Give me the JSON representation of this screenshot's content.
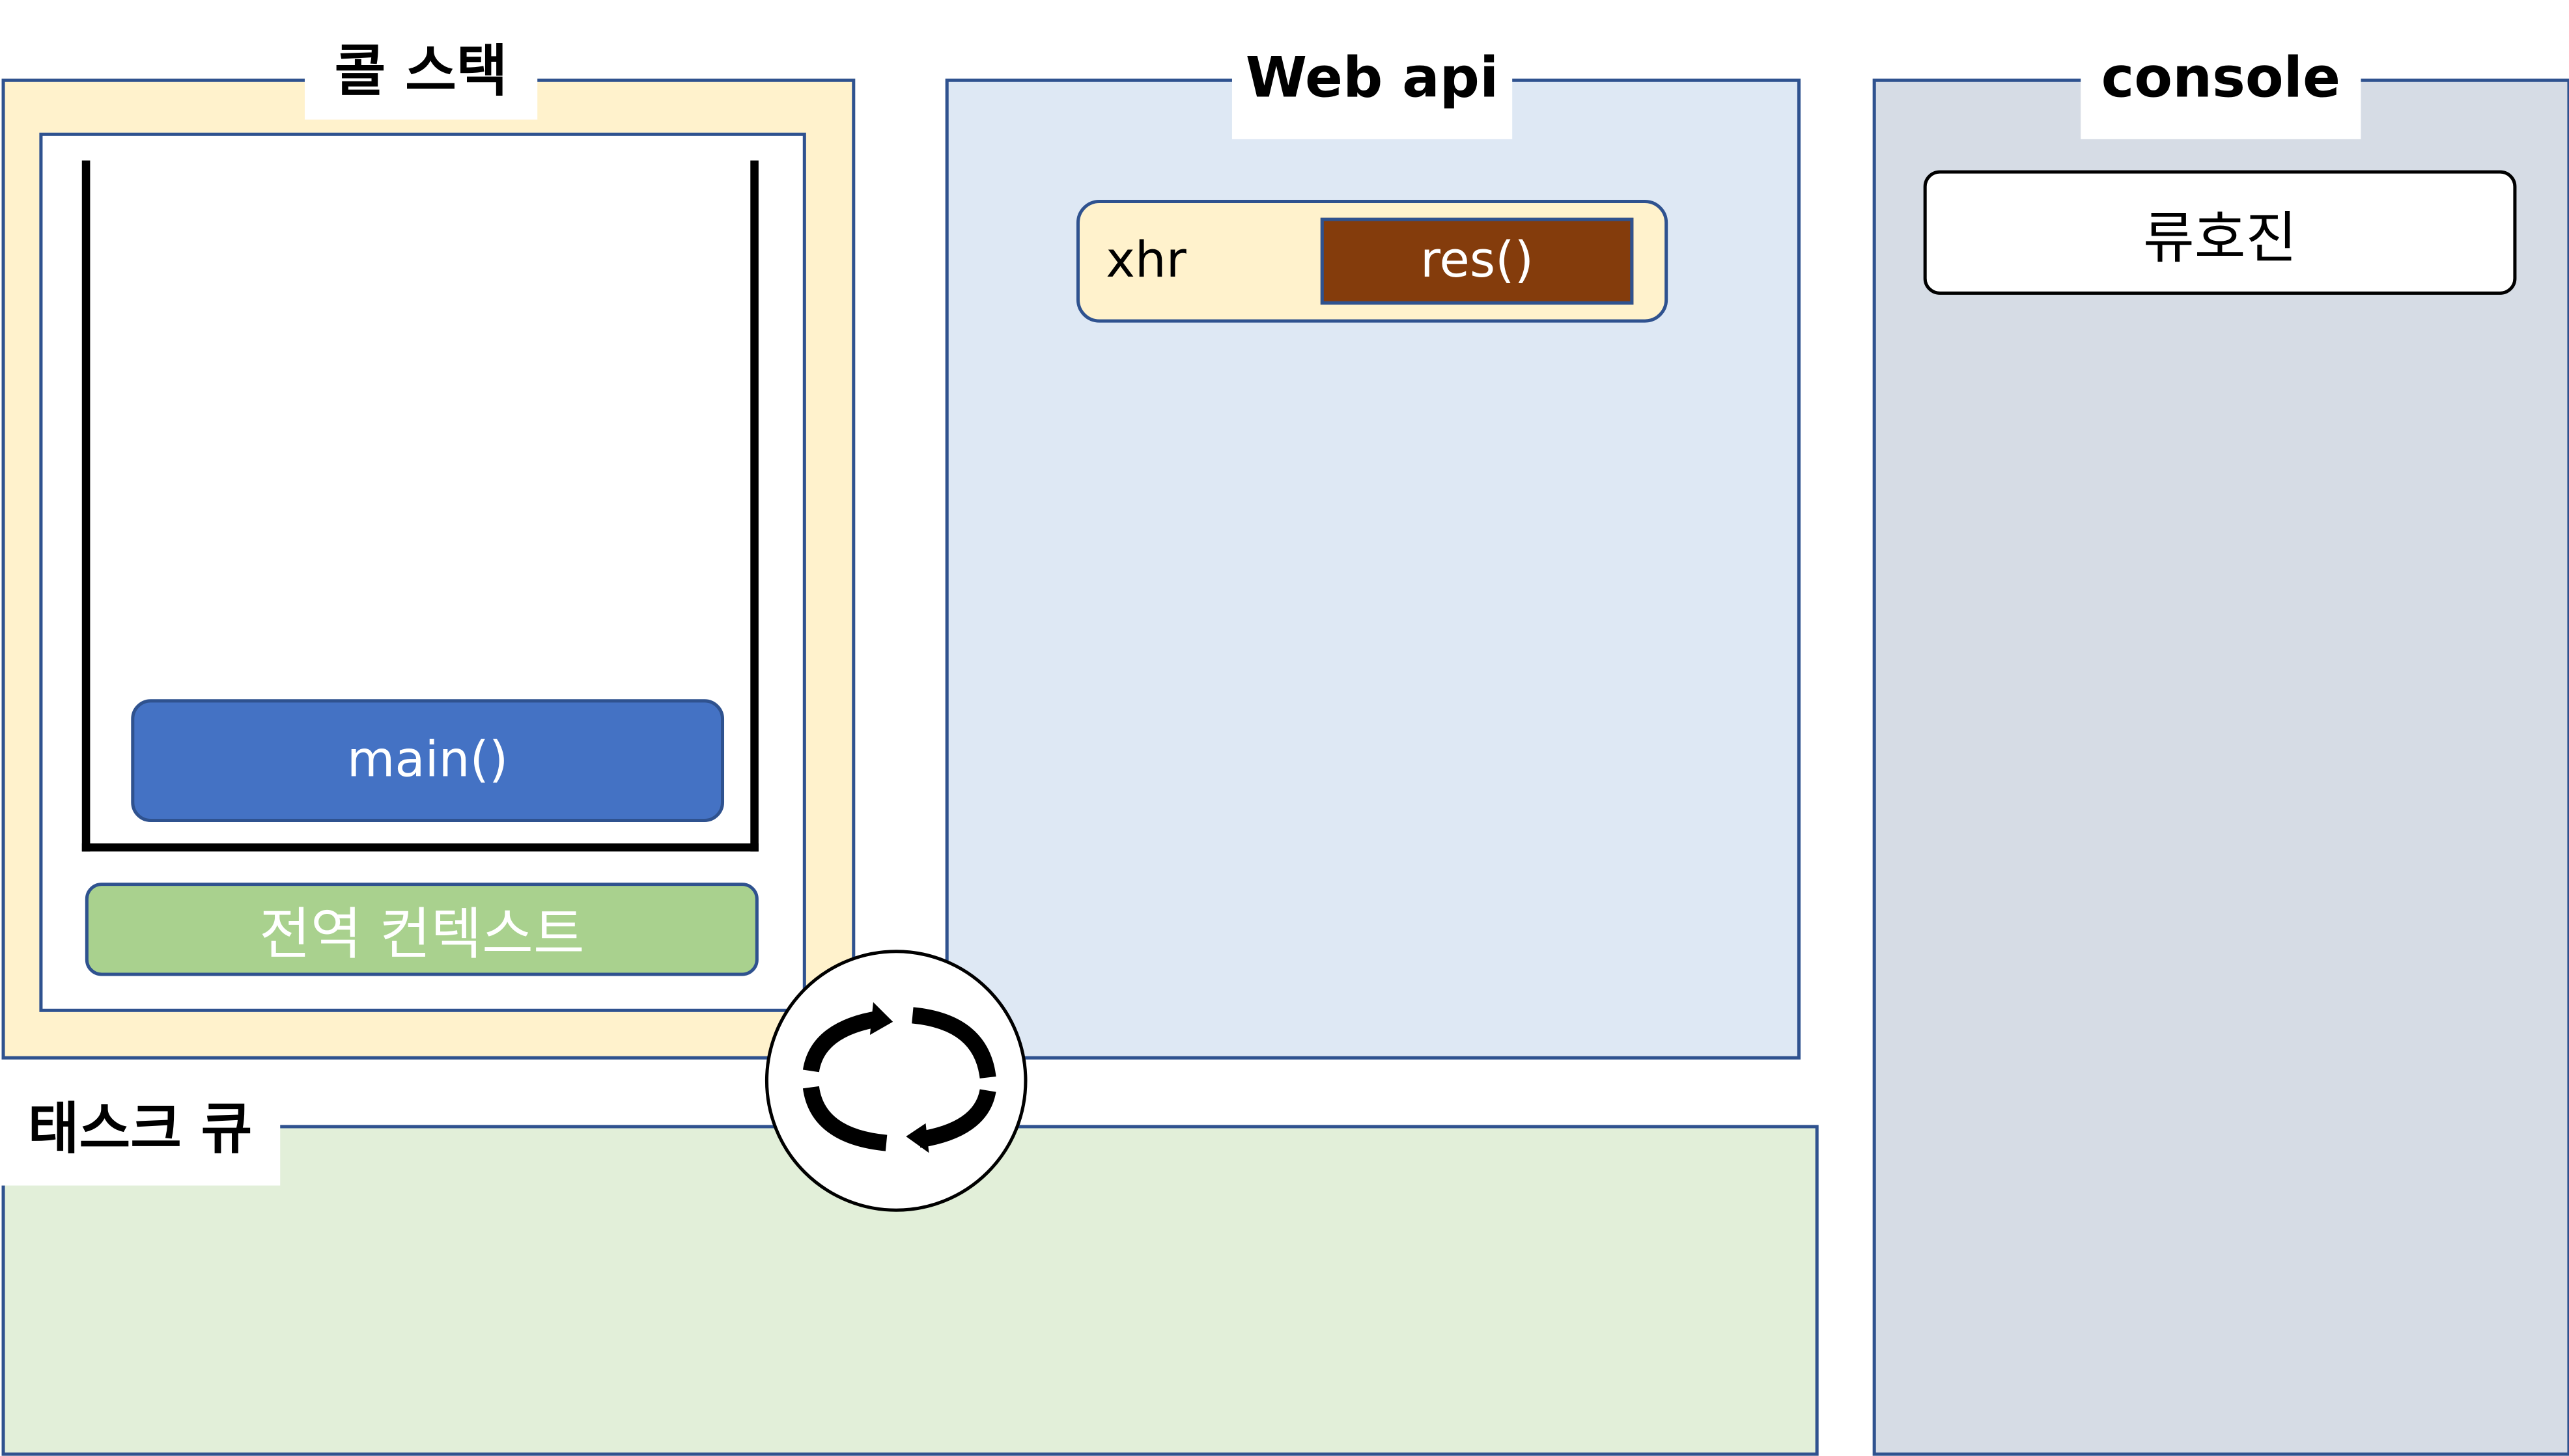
{
  "call_stack": {
    "title": "콜 스택",
    "frames": [
      "main()"
    ],
    "global_context": "전역 컨텍스트"
  },
  "web_api": {
    "title": "Web api",
    "item_name": "xhr",
    "item_callback": "res()"
  },
  "console": {
    "title": "console",
    "output": "류호진"
  },
  "task_queue": {
    "title": "태스크 큐"
  },
  "event_loop": {
    "icon": "refresh-cycle-icon"
  },
  "colors": {
    "call_stack_bg": "#fff2cc",
    "web_api_bg": "#dee8f4",
    "console_bg": "#d6dce5",
    "task_queue_bg": "#e2efd9",
    "frame_main": "#4472c4",
    "global_context": "#a9d18e",
    "callback": "#843c0c",
    "border": "#2f528f"
  }
}
